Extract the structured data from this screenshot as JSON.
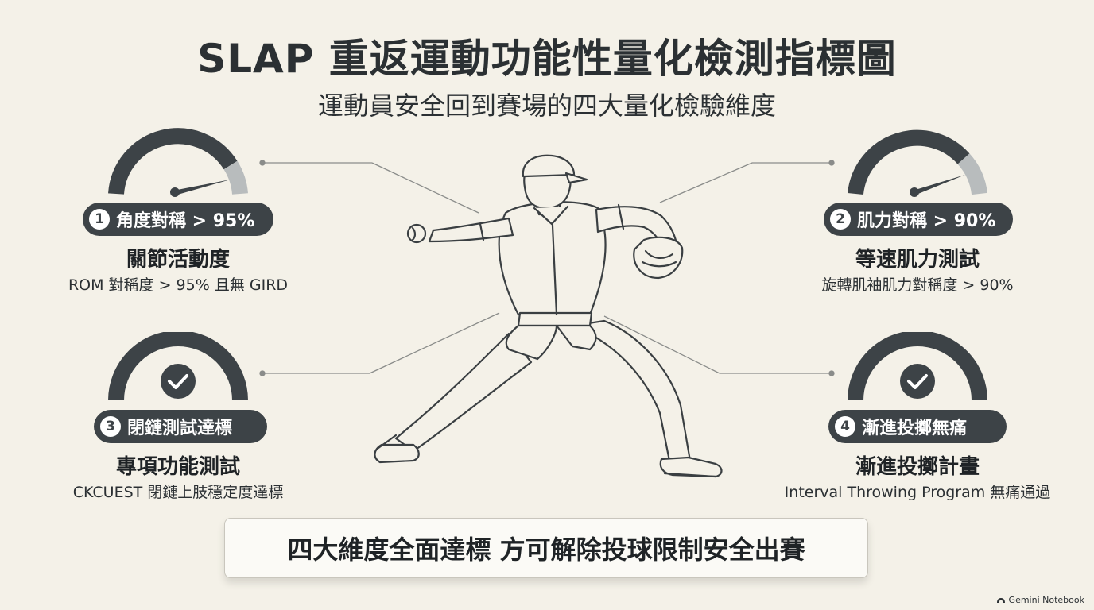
{
  "title": "SLAP 重返運動功能性量化檢測指標圖",
  "subtitle": "運動員安全回到賽場的四大量化檢驗維度",
  "metrics": [
    {
      "num": "1",
      "badge": "角度對稱 > 95%",
      "heading": "關節活動度",
      "desc": "ROM 對稱度 > 95% 且無 GIRD",
      "gauge_icon": "needle-gauge-icon"
    },
    {
      "num": "2",
      "badge": "肌力對稱 > 90%",
      "heading": "等速肌力測試",
      "desc": "旋轉肌袖肌力對稱度 > 90%",
      "gauge_icon": "needle-gauge-icon"
    },
    {
      "num": "3",
      "badge": "閉鏈測試達標",
      "heading": "專項功能測試",
      "desc": "CKCUEST 閉鏈上肢穩定度達標",
      "gauge_icon": "check-gauge-icon"
    },
    {
      "num": "4",
      "badge": "漸進投擲無痛",
      "heading": "漸進投擲計畫",
      "desc": "Interval Throwing Program 無痛通過",
      "gauge_icon": "check-gauge-icon"
    }
  ],
  "banner": "四大維度全面達標 方可解除投球限制安全出賽",
  "watermark": "Gemini Notebook",
  "colors": {
    "background": "#f4f1e8",
    "dark": "#3d4347",
    "light_arc": "#b8bcbd"
  }
}
